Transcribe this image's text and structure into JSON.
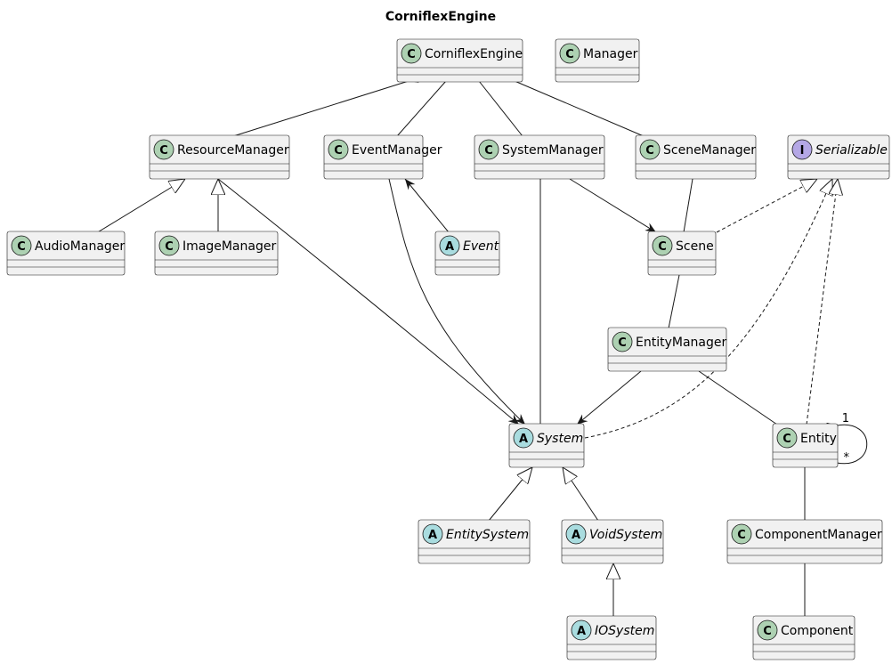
{
  "title": "CorniflexEngine",
  "classes": {
    "corniflex_engine": {
      "name": "CorniflexEngine",
      "stereotype": "C"
    },
    "manager": {
      "name": "Manager",
      "stereotype": "C"
    },
    "resource_manager": {
      "name": "ResourceManager",
      "stereotype": "C"
    },
    "event_manager": {
      "name": "EventManager",
      "stereotype": "C"
    },
    "system_manager": {
      "name": "SystemManager",
      "stereotype": "C"
    },
    "scene_manager": {
      "name": "SceneManager",
      "stereotype": "C"
    },
    "serializable": {
      "name": "Serializable",
      "stereotype": "I"
    },
    "audio_manager": {
      "name": "AudioManager",
      "stereotype": "C"
    },
    "image_manager": {
      "name": "ImageManager",
      "stereotype": "C"
    },
    "event": {
      "name": "Event",
      "stereotype": "A"
    },
    "scene": {
      "name": "Scene",
      "stereotype": "C"
    },
    "entity_manager": {
      "name": "EntityManager",
      "stereotype": "C"
    },
    "system": {
      "name": "System",
      "stereotype": "A"
    },
    "entity": {
      "name": "Entity",
      "stereotype": "C"
    },
    "entity_system": {
      "name": "EntitySystem",
      "stereotype": "A"
    },
    "void_system": {
      "name": "VoidSystem",
      "stereotype": "A"
    },
    "component_manager": {
      "name": "ComponentManager",
      "stereotype": "C"
    },
    "io_system": {
      "name": "IOSystem",
      "stereotype": "A"
    },
    "component": {
      "name": "Component",
      "stereotype": "C"
    }
  },
  "self_association": {
    "source_multiplicity": "1",
    "target_multiplicity": "*"
  },
  "colors": {
    "class_badge": "#add1b2",
    "abstract_badge": "#a9dcdf",
    "interface_badge": "#b4a7e5",
    "box_fill": "#f1f1f1",
    "line": "#181818"
  }
}
